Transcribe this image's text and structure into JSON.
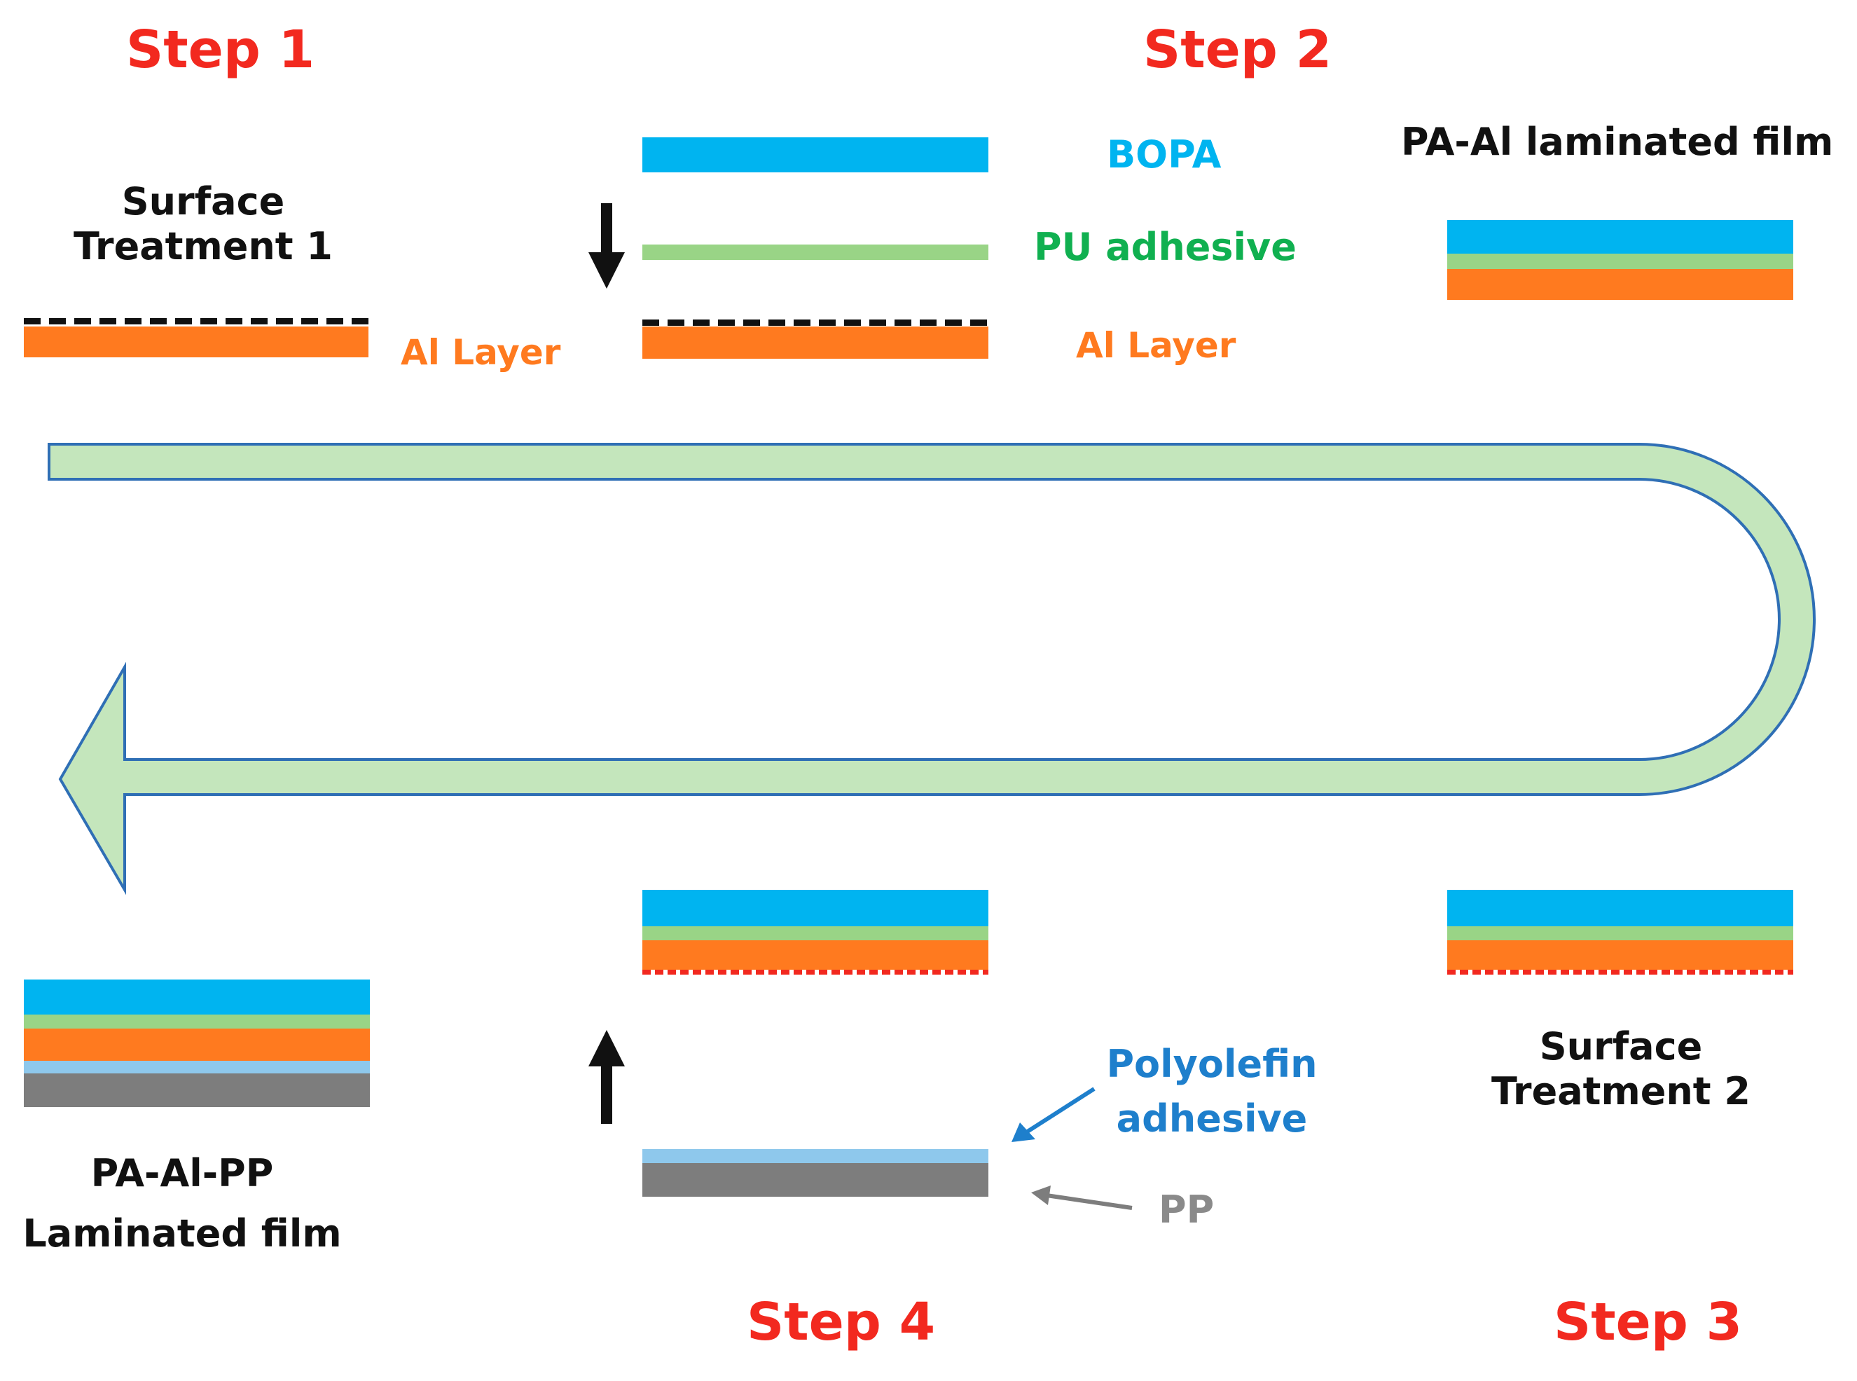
{
  "colors": {
    "step_red": "#f2291f",
    "bopa_blue": "#00b4f0",
    "pu_green": "#99d486",
    "pu_text_green": "#10b050",
    "al_orange": "#ff7a1f",
    "polyolefin_blue": "#8ec8ec",
    "polyolefin_text_blue": "#1e7fcc",
    "pp_gray": "#7d7d7d",
    "pp_text_gray": "#8a8a8a",
    "arrow_fill": "#c4e6bc",
    "arrow_stroke": "#2f6fb5",
    "text_black": "#111111"
  },
  "steps": {
    "step1": "Step 1",
    "step2": "Step 2",
    "step3": "Step 3",
    "step4": "Step 4"
  },
  "step1": {
    "treatment_line1": "Surface",
    "treatment_line2": "Treatment 1",
    "al_label": "Al Layer"
  },
  "step2": {
    "bopa_label": "BOPA",
    "pu_label": "PU adhesive",
    "al_label": "Al Layer",
    "result_label": "PA-Al laminated film"
  },
  "step3": {
    "treatment_line1": "Surface",
    "treatment_line2": "Treatment 2"
  },
  "step4": {
    "polyolefin_line1": "Polyolefin",
    "polyolefin_line2": "adhesive",
    "pp_label": "PP",
    "result_line1": "PA-Al-PP",
    "result_line2": "Laminated film"
  },
  "icons": {
    "process_arrow": "u-turn-arrow-icon",
    "down_arrow": "arrow-down-icon",
    "up_arrow": "arrow-up-icon"
  }
}
